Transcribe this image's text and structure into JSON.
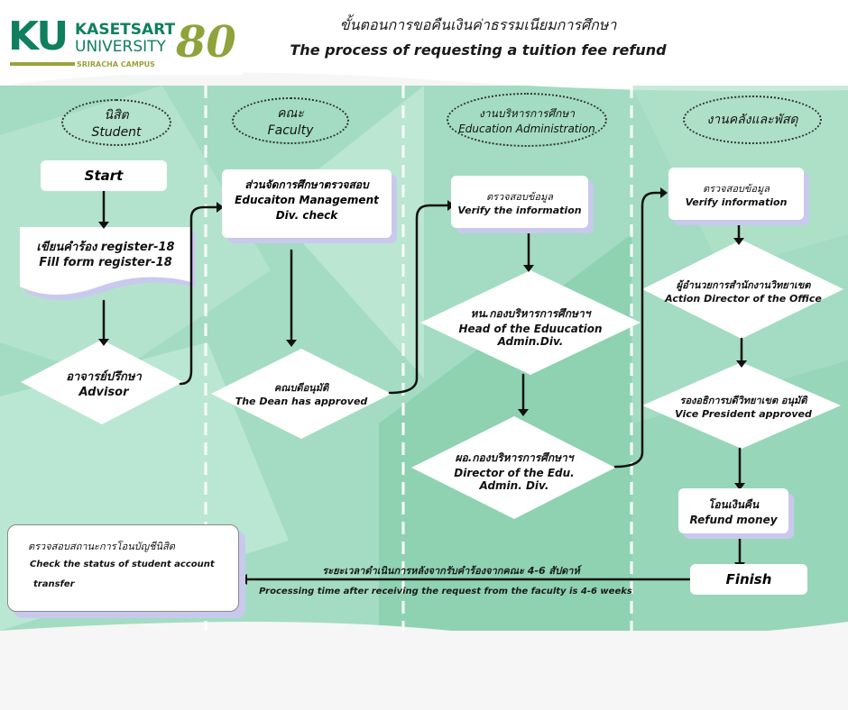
{
  "header": {
    "logo_mark": "KU",
    "logo_name_1": "KASETSART",
    "logo_name_2": "UNIVERSITY",
    "logo_campus": "SRIRACHA CAMPUS",
    "logo_number": "80",
    "title_th": "ขั้นตอนการขอคืนเงินค่าธรรมเนียมการศึกษา",
    "title_en": "The process of requesting a tuition fee refund"
  },
  "lanes": [
    {
      "th": "นิสิต",
      "en": "Student"
    },
    {
      "th": "คณะ",
      "en": "Faculty"
    },
    {
      "th": "งานบริหารการศึกษา",
      "en": "Education Administration"
    },
    {
      "th": "งานคลังและพัสดุ",
      "en": ""
    }
  ],
  "nodes": {
    "start": "Start",
    "register_th": "เขียนคำร้อง register-18",
    "register_en": "Fill form register-18",
    "advisor_th": "อาจารย์ปรึกษา",
    "advisor_en": "Advisor",
    "edu_check_th": "ส่วนจัดการศึกษาตรวจสอบ",
    "edu_check_en": "Educaiton Management Div. check",
    "dean_th": "คณบดีอนุมัติ",
    "dean_en": "The Dean has approved",
    "verify1_th": "ตรวจสอบข้อมูล",
    "verify1_en": "Verify the information",
    "head_th": "หน.กองบริหารการศึกษาฯ",
    "head_en1": "Head of the Eduucation",
    "head_en2": "Admin.Div.",
    "director_th": "ผอ.กองบริหารการศึกษาฯ",
    "director_en1": "Director of the Edu.",
    "director_en2": "Admin. Div.",
    "verify2_th": "ตรวจสอบข้อมูล",
    "verify2_en": "Verify  information",
    "action_dir_th": "ผู้อำนวยการสำนักงานวิทยาเขต",
    "action_dir_en": "Action Director of the Office",
    "vp_th": "รองอธิการบดีวิทยาเขต อนุมัติ",
    "vp_en": "Vice President approved",
    "refund_th": "โอนเงินคืน",
    "refund_en": "Refund  money",
    "finish": "Finish",
    "status_th": "ตรวจสอบสถานะการโอนบัญชีนิสิต",
    "status_en1": "Check the status of student account",
    "status_en2": "transfer"
  },
  "processing": {
    "th": "ระยะเวลาดำเนินการหลังจากรับคำร้องจากคณะ 4-6 สัปดาห์",
    "en": "Processing time after receiving the request from the faculty is 4-6 weeks"
  },
  "colors": {
    "mint": "#9fd9bf",
    "mint_dark": "#6dbf98",
    "shadow": "#c9c9ee",
    "logo_green": "#0f7f5e",
    "logo_olive": "#9aa33a"
  }
}
